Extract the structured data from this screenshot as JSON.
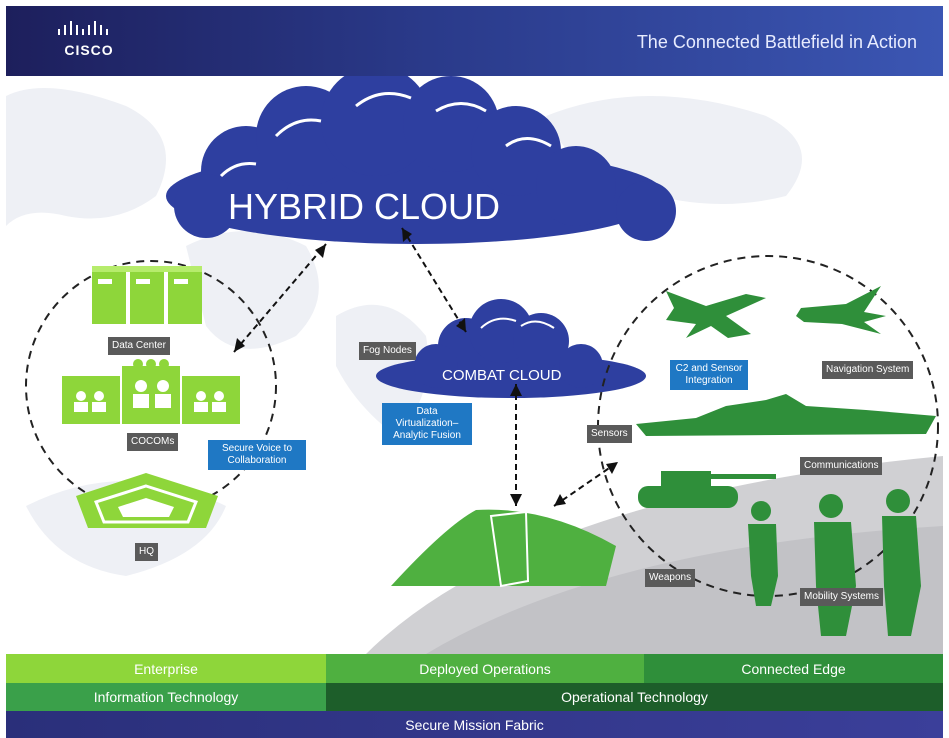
{
  "header": {
    "brand": "CISCO",
    "title": "The Connected Battlefield in Action",
    "header_color": "#1d1f5c"
  },
  "clouds": {
    "hybrid": "HYBRID CLOUD",
    "combat": "COMBAT CLOUD"
  },
  "labels": {
    "data_center": "Data Center",
    "cocoms": "COCOMs",
    "hq": "HQ",
    "secure_voice": "Secure Voice to Collaboration",
    "fog_nodes": "Fog Nodes",
    "data_virtualization": "Data Virtualization– Analytic Fusion",
    "c2_sensor": "C2 and Sensor Integration",
    "navigation": "Navigation System",
    "sensors": "Sensors",
    "communications": "Communications",
    "weapons": "Weapons",
    "mobility": "Mobility Systems"
  },
  "bands": {
    "row1": [
      "Enterprise",
      "Deployed Operations",
      "Connected Edge"
    ],
    "row2": [
      "Information Technology",
      "Operational Technology"
    ],
    "row3": "Secure Mission Fabric"
  },
  "colors": {
    "cloud_blue": "#2e3fa0",
    "lime": "#8ed63a",
    "green": "#2f8f3a",
    "dark_green": "#1d5e2a",
    "label_grey": "#5a5a5a",
    "label_blue": "#1f78c4",
    "band_navy": "#2a2f7a"
  }
}
